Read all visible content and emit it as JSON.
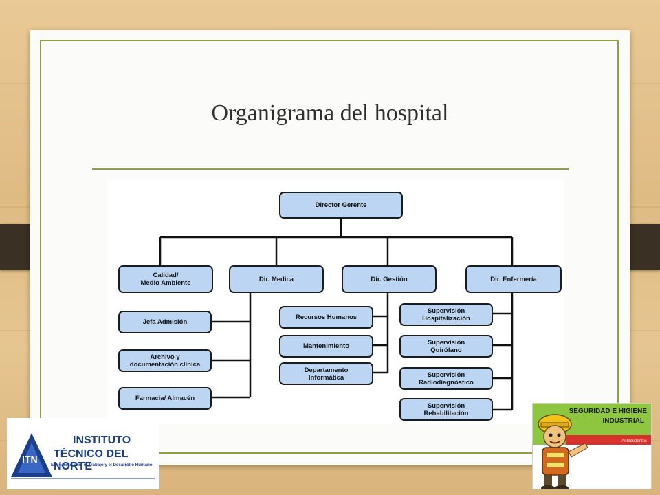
{
  "slide": {
    "title": "Organigrama del hospital"
  },
  "org_chart": {
    "root": "Director Gerente",
    "directorates": [
      "Calidad/\nMedio Ambiente",
      "Dir. Medica",
      "Dir. Gestión",
      "Dir. Enfermería"
    ],
    "dir_medica_units": [
      "Jefa Admisión",
      "Archivo y\ndocumentación clínica",
      "Farmacia/ Almacén"
    ],
    "dir_gestion_units": [
      "Recursos Humanos",
      "Mantenimiento",
      "Departamento\nInformática"
    ],
    "dir_enfermeria_units": [
      "Supervisión\nHospitalización",
      "Supervisión\nQuirófano",
      "Supervisión\nRadiodiagnóstico",
      "Supervisión\nRehabilitación"
    ]
  },
  "logo_itn": {
    "acronym": "ITN",
    "line1": "INSTITUTO",
    "line2": "TÉCNICO DEL NORTE",
    "tagline": "Educación para el Trabajo y el Desarrollo Humano"
  },
  "logo_seguridad": {
    "line1": "SEGURIDAD E HIGIENE",
    "line2": "INDUSTRIAL",
    "subtitle": "Antecedentes"
  },
  "colors": {
    "accent": "#8ea23c",
    "box_fill": "#bcd5f3",
    "brand_blue": "#1b3f8a"
  }
}
